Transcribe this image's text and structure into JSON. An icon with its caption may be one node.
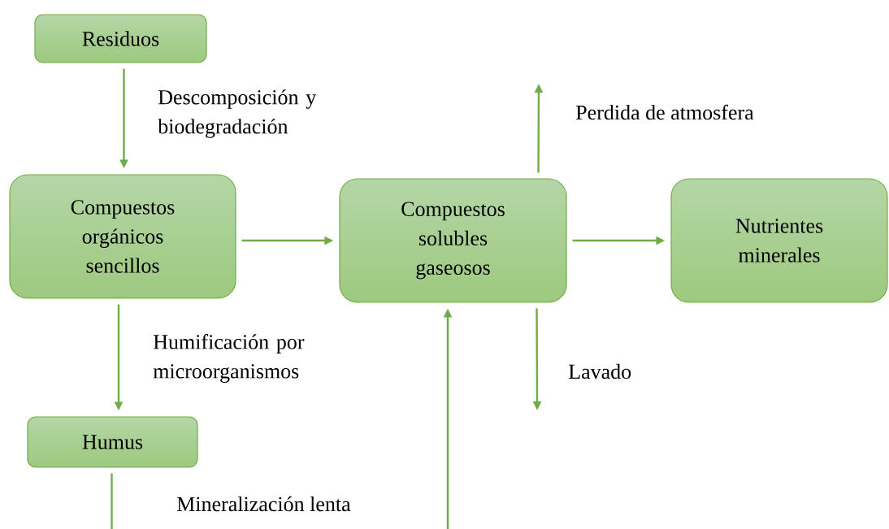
{
  "diagram": {
    "nodes": [
      {
        "text": [
          "Residuos"
        ]
      },
      {
        "text": [
          "Compuestos orgánicos sencillos"
        ]
      },
      {
        "text": [
          "Compuestos solubles gaseosos"
        ]
      },
      {
        "text": [
          "Nutrientes minerales"
        ]
      },
      {
        "text": [
          "Humus"
        ]
      }
    ],
    "edges": [
      {
        "from": 0,
        "to": 1,
        "arrow": "to",
        "label": "Descomposición y biodegradación"
      },
      {
        "from": 1,
        "to": 2,
        "arrow": "to"
      },
      {
        "from": 2,
        "to": 3,
        "arrow": "to"
      },
      {
        "from": 2,
        "to": null,
        "arrow": "to",
        "label": "Perdida de atmosfera"
      },
      {
        "from": 2,
        "to": null,
        "arrow": "to",
        "label": "Lavado"
      },
      {
        "from": 1,
        "to": 4,
        "arrow": "to",
        "label": "Humificación por microorganismos"
      },
      {
        "from": 4,
        "to": null,
        "arrow": "none",
        "label": "Mineralización lenta"
      },
      {
        "from": null,
        "to": 2,
        "arrow": "to"
      }
    ]
  }
}
